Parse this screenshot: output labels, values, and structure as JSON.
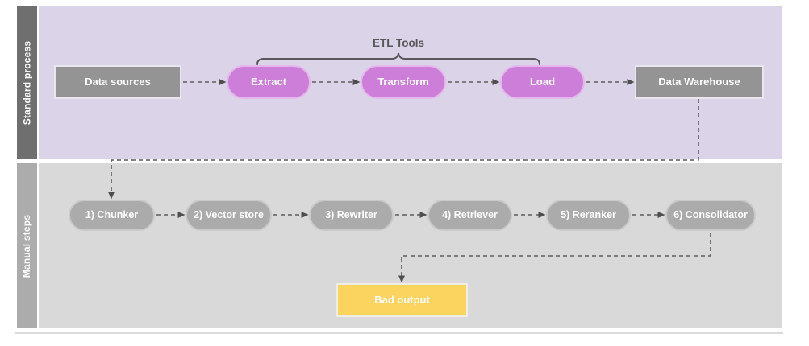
{
  "lanes": {
    "standard": {
      "label": "Standard process"
    },
    "manual": {
      "label": "Manual steps"
    }
  },
  "annotations": {
    "etl_tools": "ETL Tools"
  },
  "nodes": {
    "data_sources": {
      "label": "Data sources"
    },
    "extract": {
      "label": "Extract"
    },
    "transform": {
      "label": "Transform"
    },
    "load": {
      "label": "Load"
    },
    "data_warehouse": {
      "label": "Data Warehouse"
    },
    "chunker": {
      "label": "1) Chunker"
    },
    "vector_store": {
      "label": "2) Vector store"
    },
    "rewriter": {
      "label": "3) Rewriter"
    },
    "retriever": {
      "label": "4) Retriever"
    },
    "reranker": {
      "label": "5) Reranker"
    },
    "consolidator": {
      "label": "6) Consolidator"
    },
    "bad_output": {
      "label": "Bad output"
    }
  },
  "colors": {
    "etl_step_fill": "#CD7ED9",
    "manual_step_fill": "#ABABAB",
    "storage_box_fill": "#949494",
    "bad_output_fill": "#FBD45F",
    "standard_lane_bg": "#DBD3E8",
    "manual_lane_bg": "#D9D9D9",
    "standard_lane_bar": "#6F6F6F",
    "manual_lane_bar": "#ACACAC",
    "connector": "#5C5C5C"
  }
}
